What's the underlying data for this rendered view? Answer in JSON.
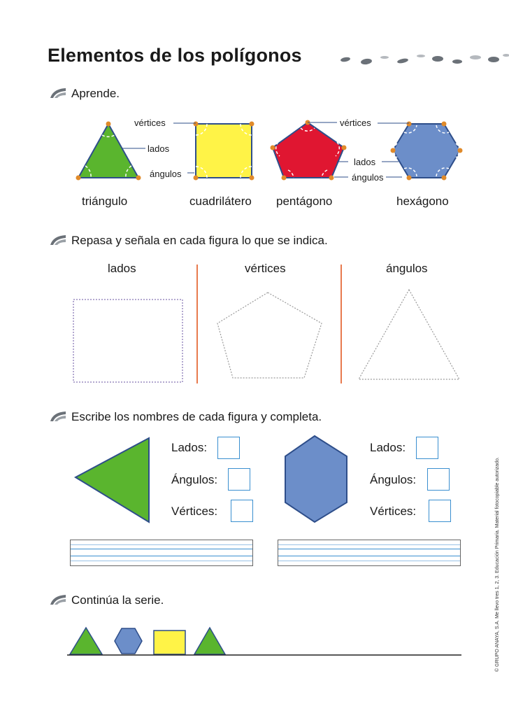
{
  "title": "Elementos de los polígonos",
  "sections": {
    "aprende": "Aprende.",
    "repasa": "Repasa y señala en cada figura lo que se indica.",
    "escribe": "Escribe los nombres de cada figura y completa.",
    "continua": "Continúa la serie."
  },
  "aprende": {
    "callouts": {
      "vertices_left": "vértices",
      "lados_left": "lados",
      "angulos_left": "ángulos",
      "vertices_right": "vértices",
      "lados_right": "lados",
      "angulos_right": "ángulos"
    },
    "shapes": [
      {
        "name": "triángulo",
        "color": "#5ab52e"
      },
      {
        "name": "cuadrilátero",
        "color": "#fff347"
      },
      {
        "name": "pentágono",
        "color": "#e01631"
      },
      {
        "name": "hexágono",
        "color": "#6c8ec9"
      }
    ]
  },
  "repasa": {
    "columns": [
      "lados",
      "vértices",
      "ángulos"
    ]
  },
  "escribe": {
    "fields": [
      "Lados:",
      "Ángulos:",
      "Vértices:"
    ],
    "left_color": "#5ab52e",
    "right_color": "#6c8ec9"
  },
  "serie": {
    "items": [
      "triangle-green",
      "hexagon-blue",
      "square-yellow",
      "triangle-green"
    ]
  },
  "copyright": "© GRUPO ANAYA, S.A. Me llevo tres 1, 2, 3. Educación Primaria. Material fotocopiable autorizado."
}
